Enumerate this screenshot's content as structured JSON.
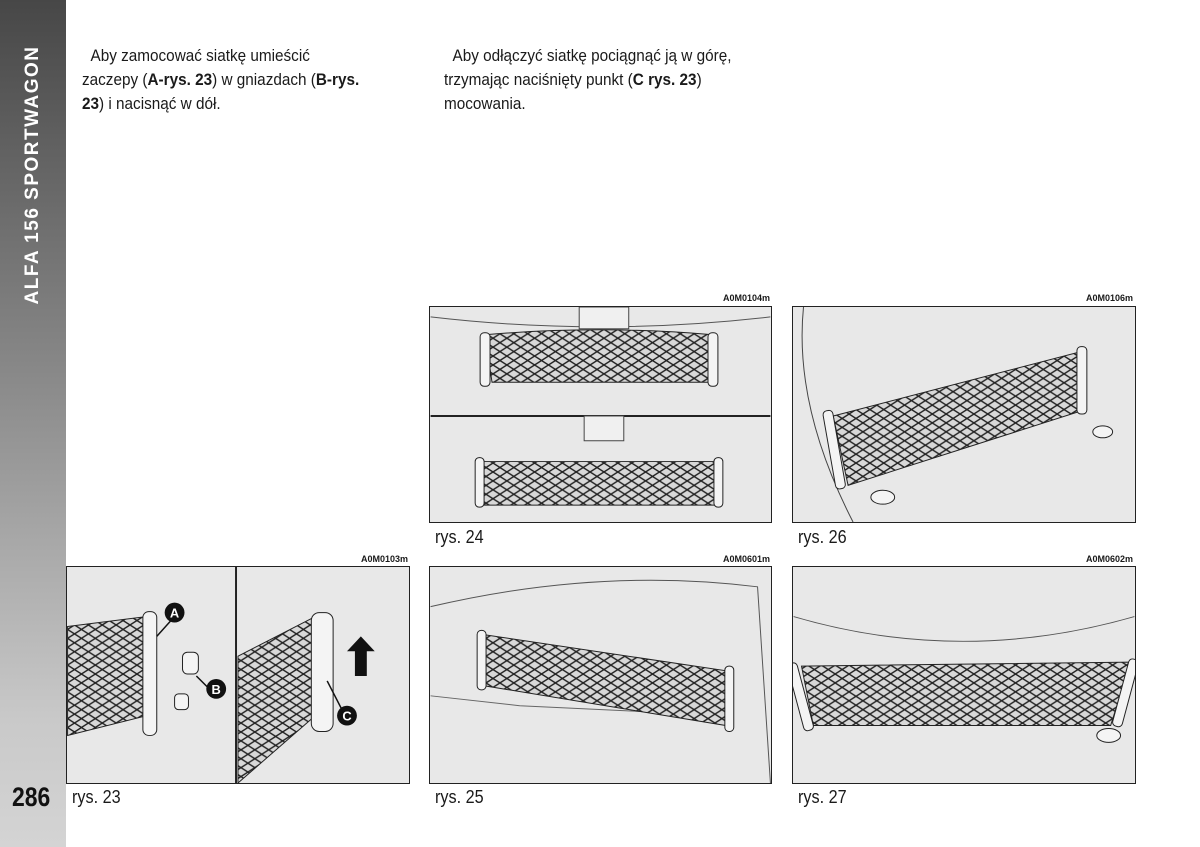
{
  "sidebar": {
    "title": "ALFA 156 SPORTWAGON"
  },
  "page_number": "286",
  "paragraphs": [
    {
      "t1": "Aby zamocować siatkę umieścić zaczepy (",
      "b1": "A-rys. 23",
      "t2": ") w gniazdach (",
      "b2": "B-rys. 23",
      "t3": ") i nacisnąć w dół."
    },
    {
      "t1": "Aby odłączyć siatkę pociągnąć ją w górę, trzymając naciśnięty punkt (",
      "b1": "C rys. 23",
      "t2": ") mocowania."
    }
  ],
  "figures": [
    {
      "code": "A0M0103m",
      "caption": "rys. 23",
      "labels": [
        "A",
        "B",
        "C"
      ]
    },
    {
      "code": "A0M0104m",
      "caption": "rys. 24"
    },
    {
      "code": "A0M0106m",
      "caption": "rys. 26"
    },
    {
      "code": "A0M0601m",
      "caption": "rys. 25"
    },
    {
      "code": "A0M0602m",
      "caption": "rys. 27"
    }
  ]
}
